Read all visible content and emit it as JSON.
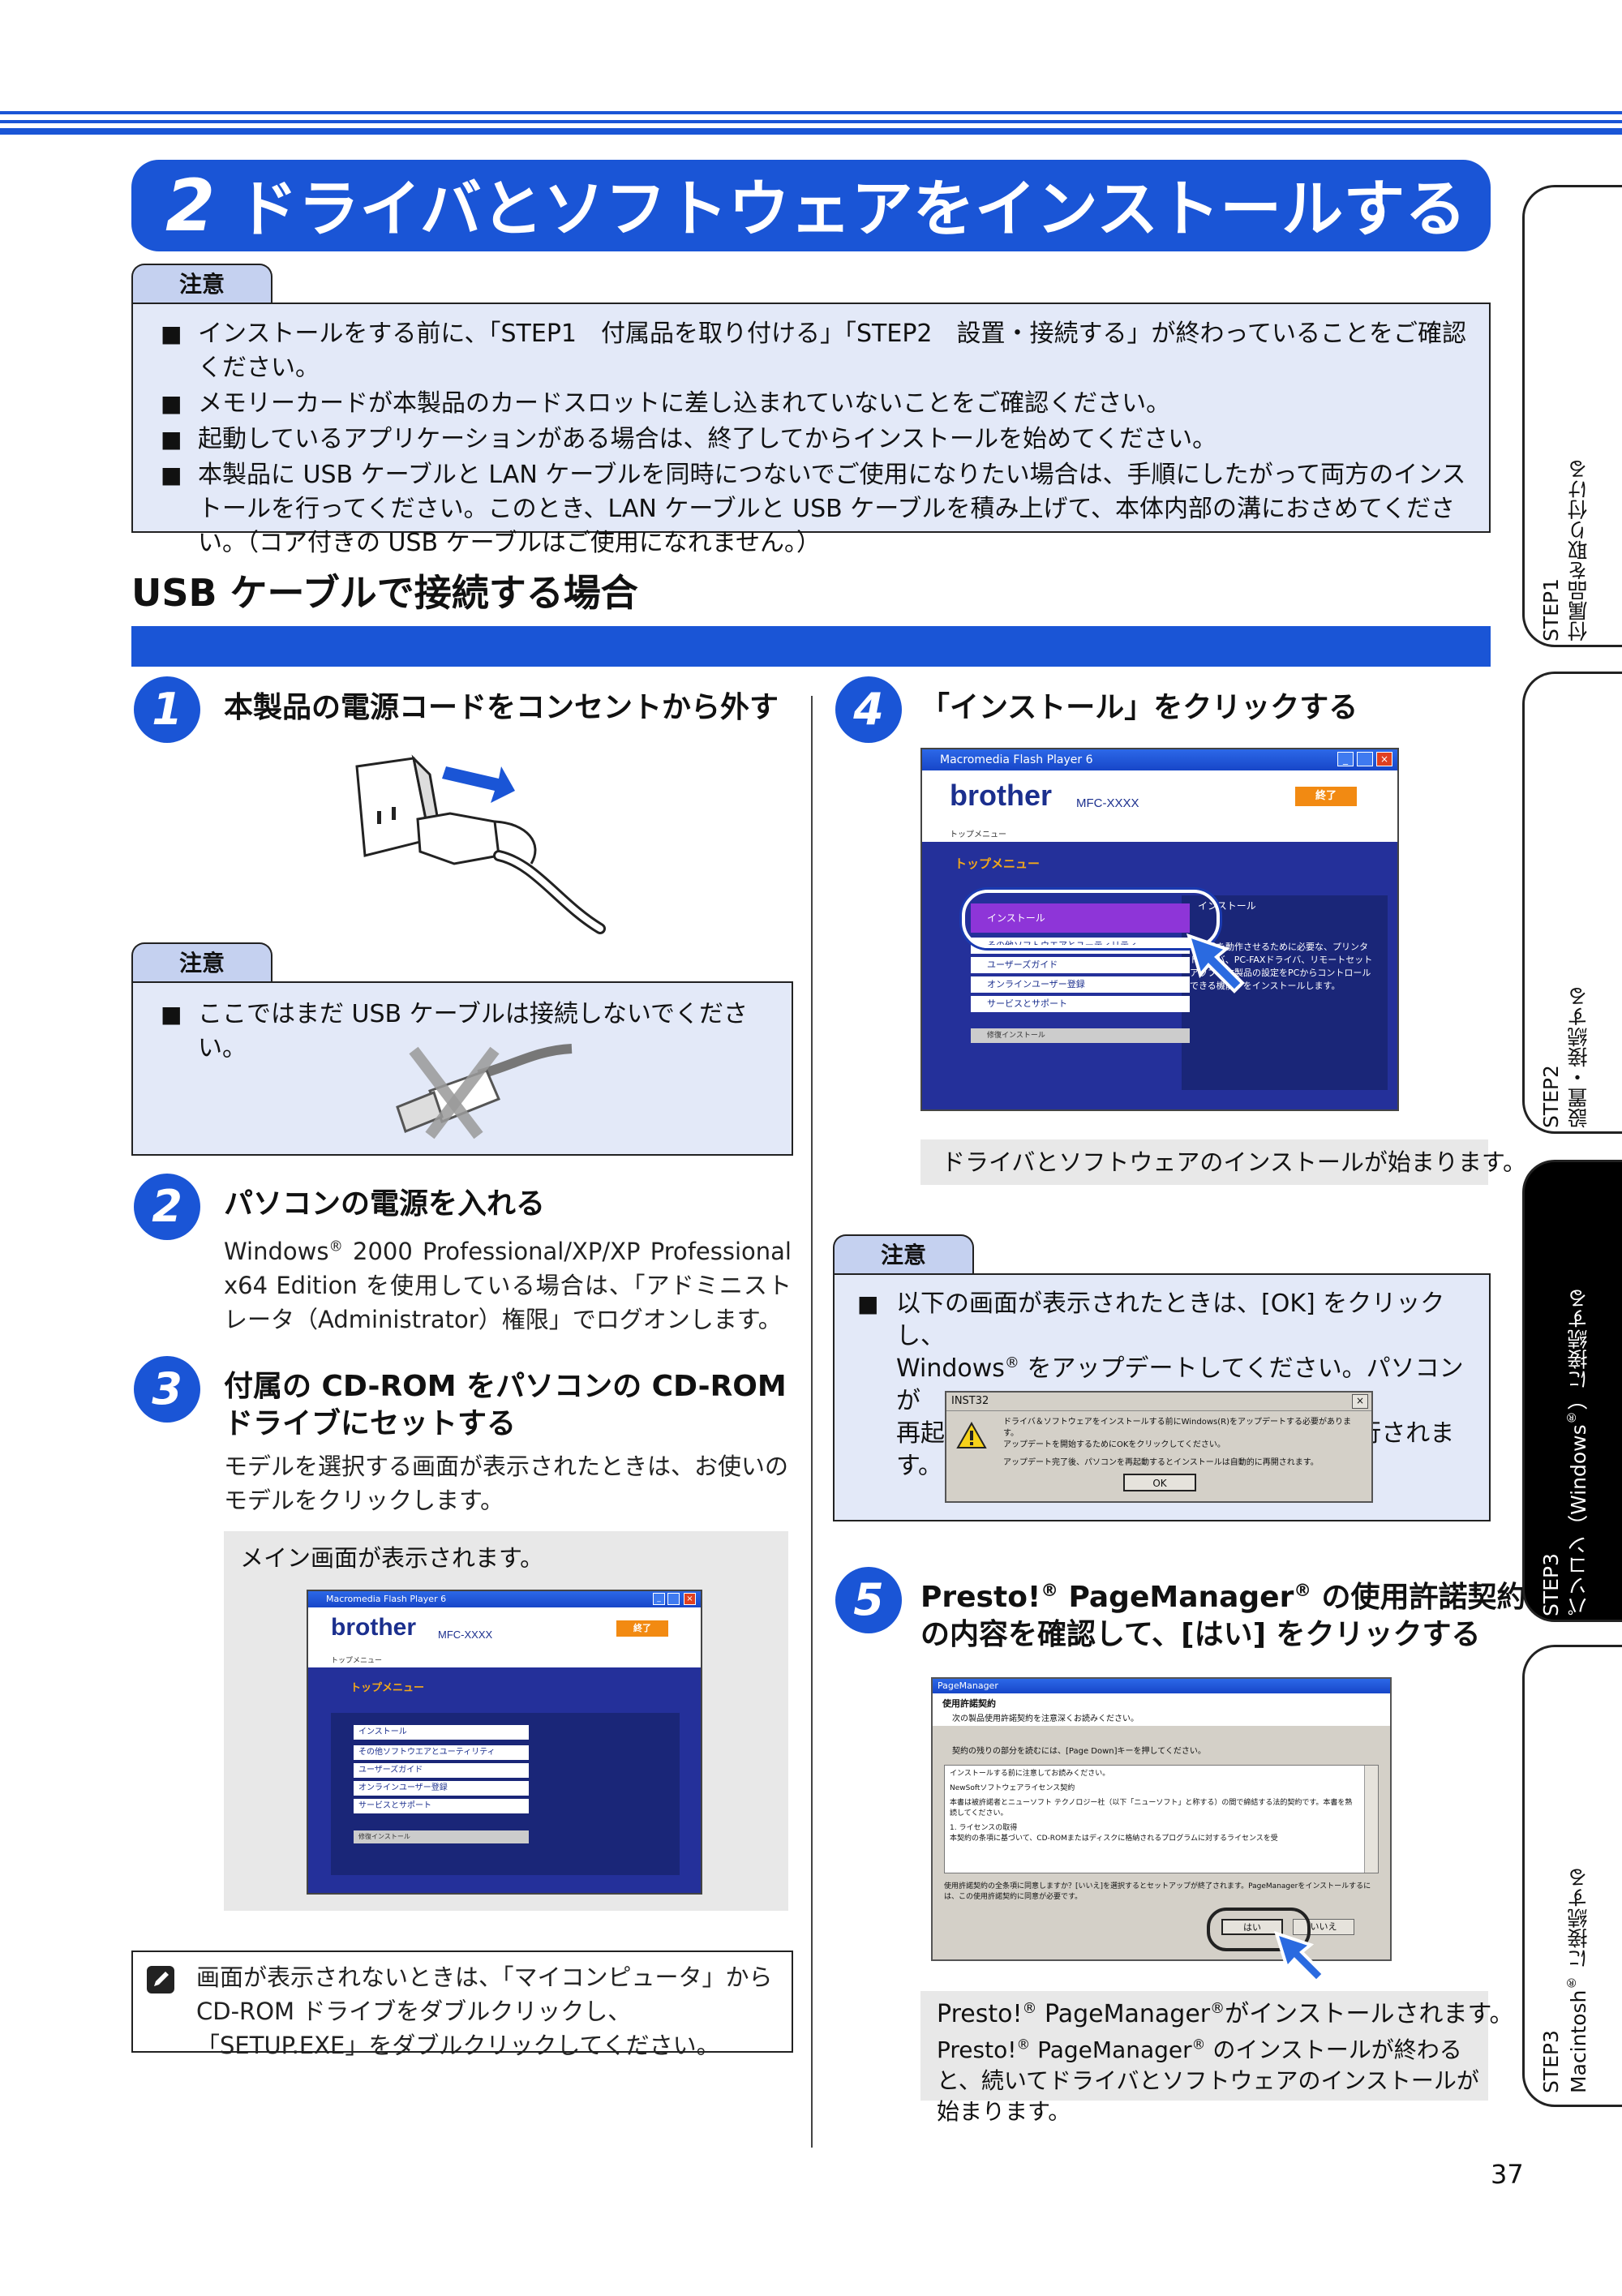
{
  "page_title": {
    "num": "2",
    "text": "ドライバとソフトウェアをインストールする"
  },
  "caution_label": "注意",
  "caution1_items": [
    "インストールをする前に、「STEP1　付属品を取り付ける」「STEP2　設置・接続する」が終わっていることをご確認ください。",
    "メモリーカードが本製品のカードスロットに差し込まれていないことをご確認ください。",
    "起動しているアプリケーションがある場合は、終了してからインストールを始めてください。",
    "本製品に USB ケーブルと LAN ケーブルを同時につないでご使用になりたい場合は、手順にしたがって両方のインストールを行ってください。このとき、LAN ケーブルと USB ケーブルを積み上げて、本体内部の溝におさめてください。（コア付きの USB ケーブルはご使用になれません。）"
  ],
  "section_title": "USB ケーブルで接続する場合",
  "step1": {
    "num": "1",
    "title": "本製品の電源コードをコンセントから外す"
  },
  "caution2_item": "ここではまだ USB ケーブルは接続しないでください。",
  "step2": {
    "num": "2",
    "title": "パソコンの電源を入れる",
    "body_a": "Windows",
    "body_b": " 2000 Professional/XP/XP Professional x64 Edition を使用している場合は、「アドミニストレータ（Administrator）権限」でログオンします。"
  },
  "step3": {
    "num": "3",
    "title_l1": "付属の CD-ROM をパソコンの CD-ROM",
    "title_l2": "ドライブにセットする",
    "body": "モデルを選択する画面が表示されたときは、お使いのモデルをクリックします。",
    "caption": "メイン画面が表示されます。"
  },
  "memo_text": "画面が表示されないときは、「マイコンピュータ」から CD-ROM ドライブをダブルクリックし、「SETUP.EXE」をダブルクリックしてください。",
  "step4": {
    "num": "4",
    "title": "「インストール」をクリックする",
    "caption": "ドライバとソフトウェアのインストールが始まります。"
  },
  "flash_window": {
    "title": "Macromedia Flash Player 6",
    "brand": "brother",
    "model": "MFC-XXXX",
    "exit": "終了",
    "crumb": "トップメニュー",
    "heading": "トップメニュー",
    "menu": [
      "インストール",
      "その他ソフトウエアとユーティリティ",
      "ユーザーズガイド",
      "オンラインユーザー登録",
      "サービスとサポート"
    ],
    "repair": "修復インストール",
    "desc_title": "インストール",
    "desc": "本製品を動作させるために必要な、プリンタドライバ、PC-FAXドライバ、リモートセットアップ（本製品の設定をPCからコントロールできる機能）をインストールします。"
  },
  "caution3": {
    "line1": "以下の画面が表示されたときは、[OK] をクリックし、",
    "line2a": "Windows",
    "line2b": " をアップデートしてください。パソコンが",
    "line3": "再起動すると、自動的にインストールが続行されます。"
  },
  "inst_dialog": {
    "title": "INST32",
    "close": "×",
    "msg1": "ドライバ＆ソフトウェアをインストールする前にWindows(R)をアップデートする必要があります。",
    "msg2": "アップデートを開始するためにOKをクリックしてください。",
    "msg3": "アップデート完了後、パソコンを再起動するとインストールは自動的に再開されます。",
    "ok": "OK"
  },
  "step5": {
    "num": "5",
    "title_a": "Presto!",
    "title_b": " PageManager",
    "title_c": " の使用許諾契約",
    "title_l2": "の内容を確認して、[はい] をクリックする",
    "caption1a": "Presto!",
    "caption1b": " PageManager",
    "caption1c": "がインストールされます。",
    "caption2a": "Presto!",
    "caption2b": " PageManager",
    "caption2c": " のインストールが終わると、続いてドライバとソフトウェアのインストールが始まります。"
  },
  "license_window": {
    "title": "PageManager",
    "header": "使用許諾契約",
    "sub1": "次の製品使用許諾契約を注意深くお読みください。",
    "sub2": "契約の残りの部分を読むには、[Page Down]キーを押してください。",
    "box": [
      "インストールする前に注意してお読みください。",
      "NewSoftソフトウェアライセンス契約",
      "本書は被許諾者とニューソフト テクノロジー社（以下「ニューソフト」と称する）の間で締結する法的契約です。本書を熟読してください。",
      "1. ライセンスの取得",
      "本契約の条項に基づいて、CD-ROMまたはディスクに格納されるプログラムに対するライセンスを受"
    ],
    "question": "使用許諾契約の全条項に同意しますか？[いいえ]を選択するとセットアップが終了されます。PageManagerをインストールするには、この使用許諾契約に同意が必要です。",
    "yes": "はい",
    "no": "いいえ"
  },
  "side_tabs": [
    {
      "line1": "STEP1",
      "line2": "付属品を取り付ける"
    },
    {
      "line1": "STEP2",
      "line2": "設置・接続する"
    },
    {
      "line1": "STEP3",
      "line2a": "パソコン（Windows",
      "line2b": "）に接続する"
    },
    {
      "line1": "STEP3",
      "line2a": "Macintosh",
      "line2b": " に接続する"
    }
  ],
  "reg": "®",
  "page_number": "37",
  "colors": {
    "accent": "#1a55d6",
    "caution_bg": "#e3e9f8",
    "tab_bg": "#c5d1f0",
    "caption_bg": "#e8e8e8",
    "flash_bg": "#24309a",
    "exit_orange": "#f28a12"
  }
}
